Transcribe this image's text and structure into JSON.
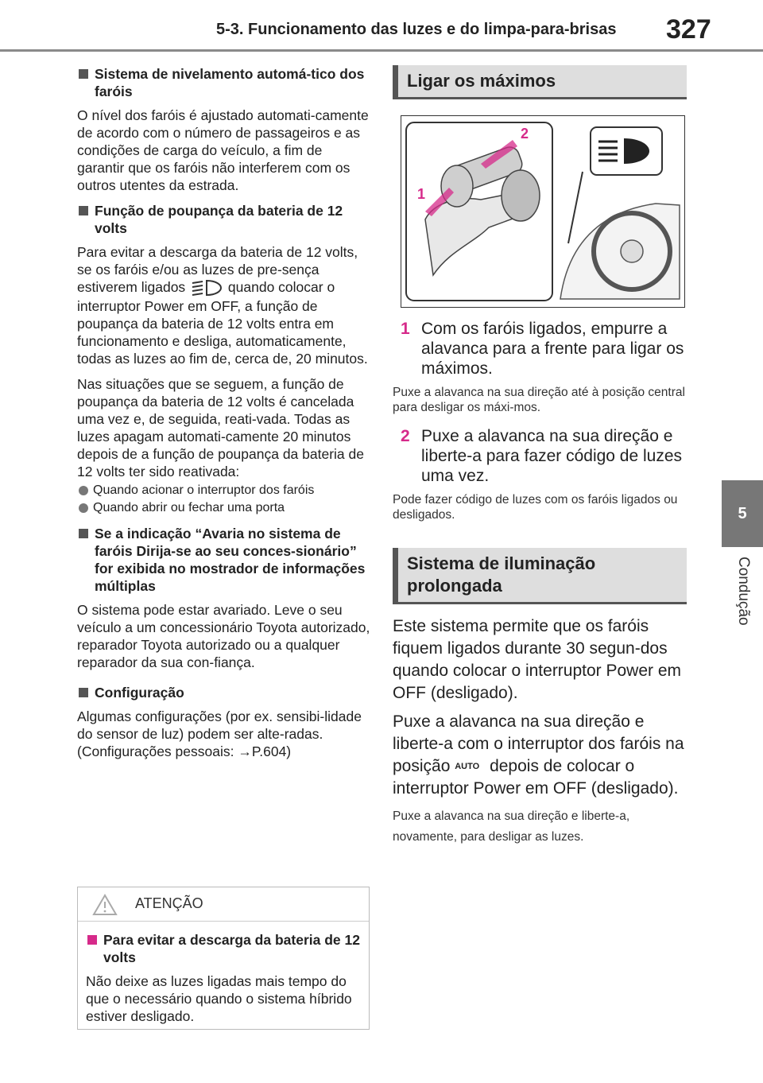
{
  "header": {
    "title": "5-3. Funcionamento das luzes e do limpa-para-brisas",
    "page_number": "327"
  },
  "side_tab": {
    "number": "5",
    "label": "Condução"
  },
  "left": {
    "s1_title": "Sistema de nivelamento automá-tico dos faróis",
    "s1_text": "O nível dos faróis é ajustado automati-camente de acordo com o número de passageiros e as condições de carga do veículo, a fim de garantir que os faróis não interferem com os outros utentes da estrada.",
    "s2_title": "Função de poupança da bateria de 12 volts",
    "s2_text_a": "Para evitar a descarga da bateria de 12 volts, se os faróis e/ou as luzes de pre-sença estiverem ligados",
    "s2_text_b": "quando colocar o interruptor Power em OFF, a função de poupança da bateria de 12 volts entra em funcionamento e desliga, automaticamente, todas as luzes ao fim de, cerca de, 20 minutos.",
    "s2_text2": "Nas situações que se seguem, a função de poupança da bateria de 12 volts é cancelada uma vez e, de seguida, reati-vada. Todas as luzes apagam automati-camente 20 minutos depois de a função de poupança da bateria de 12 volts ter sido reativada:",
    "bullets": [
      "Quando acionar o interruptor dos faróis",
      "Quando abrir ou fechar uma porta"
    ],
    "s3_title": "Se a indicação “Avaria no sistema de faróis Dirija-se ao seu conces-sionário” for exibida no mostrador de informações múltiplas",
    "s3_text": "O sistema pode estar avariado. Leve o seu veículo a um concessionário Toyota autorizado, reparador Toyota autorizado ou a qualquer reparador da sua con-fiança.",
    "s4_title": "Configuração",
    "s4_text": "Algumas configurações (por ex. sensibi-lidade do sensor de luz) podem ser alte-radas.",
    "s4_ref": "(Configurações pessoais: →P.604)"
  },
  "warning": {
    "title": "ATENÇÃO",
    "head": "Para evitar a descarga da bateria de 12 volts",
    "text": "Não deixe as luzes ligadas mais tempo do que o necessário quando o sistema híbrido estiver desligado."
  },
  "right": {
    "banner1": "Ligar os máximos",
    "figure_labels": {
      "one": "1",
      "two": "2"
    },
    "steps": [
      {
        "num": "1",
        "text": "Com os faróis ligados, empurre a alavanca para a frente para ligar os máximos.",
        "note": "Puxe a alavanca na sua direção até à posição central para desligar os máxi-mos."
      },
      {
        "num": "2",
        "text": "Puxe a alavanca na sua direção e liberte-a para fazer código de luzes uma vez.",
        "note": "Pode fazer código de luzes com os faróis ligados ou desligados."
      }
    ],
    "banner2": "Sistema de iluminação prolongada",
    "p1": "Este sistema permite que os faróis fiquem ligados durante 30 segun-dos quando colocar o interruptor Power em OFF (desligado).",
    "p2_a": "Puxe a alavanca na sua direção e liberte-a com o interruptor dos faróis na posição",
    "auto_label": "AUTO",
    "p2_b": "depois de colocar o interruptor Power em OFF (desligado).",
    "note": "Puxe a alavanca na sua direção e liberte-a, novamente, para desligar as luzes."
  },
  "colors": {
    "accent": "#d62a8a",
    "tab": "#777777",
    "banner": "#dedede"
  }
}
